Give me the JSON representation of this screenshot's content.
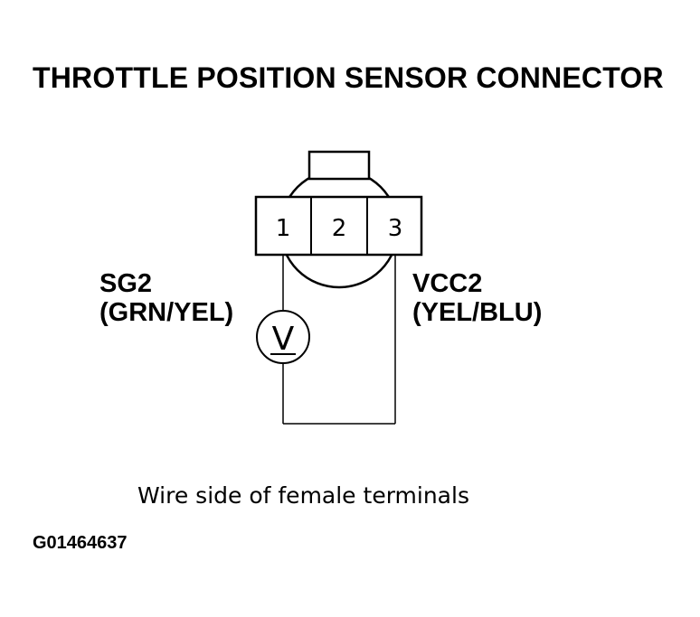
{
  "title": "THROTTLE POSITION SENSOR CONNECTOR",
  "connector": {
    "pins": [
      "1",
      "2",
      "3"
    ]
  },
  "left_wire": {
    "signal": "SG2",
    "color_code": "(GRN/YEL)"
  },
  "right_wire": {
    "signal": "VCC2",
    "color_code": "(YEL/BLU)"
  },
  "meter_symbol": "V",
  "caption": "Wire side of female terminals",
  "figure_id": "G01464637"
}
